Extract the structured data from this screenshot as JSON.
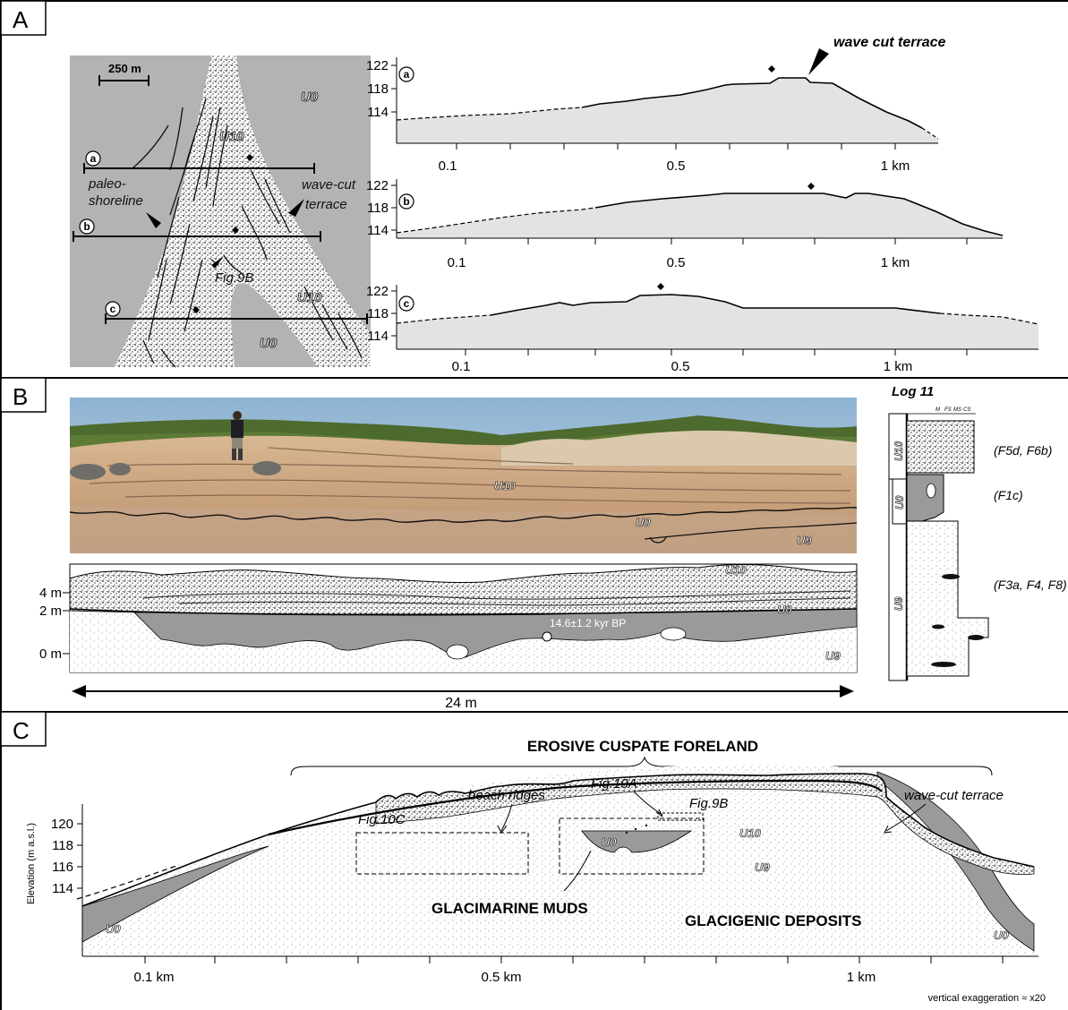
{
  "panel_a": {
    "label": "A",
    "map": {
      "scale_bar": "250 m",
      "unit_top": "U0",
      "unit_bottom": "U0",
      "unit_u10_top": "U10",
      "unit_u10_right": "U10",
      "paleo_shoreline": [
        "paleo-",
        "shoreline"
      ],
      "wave_cut_terrace": [
        "wave-cut",
        "terrace"
      ],
      "fig_ref": "Fig.9B",
      "transects": [
        "a",
        "b",
        "c"
      ]
    },
    "profile_a": {
      "marker": "a",
      "annotation": "wave cut terrace",
      "y_ticks": [
        "122",
        "118",
        "114"
      ],
      "x_ticks": [
        "0.1",
        "0.5",
        "1 km"
      ]
    },
    "profile_b": {
      "marker": "b",
      "y_ticks": [
        "122",
        "118",
        "114"
      ],
      "x_ticks": [
        "0.1",
        "0.5",
        "1 km"
      ]
    },
    "profile_c": {
      "marker": "c",
      "y_ticks": [
        "122",
        "118",
        "114"
      ],
      "x_ticks": [
        "0.1",
        "0.5",
        "1 km"
      ]
    }
  },
  "panel_b": {
    "label": "B",
    "photo_units": [
      "U10",
      "U0",
      "U9"
    ],
    "sketch_units": [
      "U10",
      "U0",
      "U9"
    ],
    "date_label": "14.6±1.2 kyr BP",
    "y_ticks": [
      "4 m",
      "2 m",
      "0 m"
    ],
    "width_label": "24 m",
    "log": {
      "title": "Log 11",
      "grain_sizes": [
        "M",
        "FS",
        "MS",
        "CS"
      ],
      "units": [
        "U10",
        "U0",
        "U9"
      ],
      "facies": [
        "(F5d, F6b)",
        "(F1c)",
        "(F3a, F4, F8)"
      ]
    }
  },
  "panel_c": {
    "label": "C",
    "title": "EROSIVE CUSPATE FORELAND",
    "beach_ridges": "beach ridges",
    "fig10a": "Fig.10A",
    "fig9b": "Fig.9B",
    "fig10c": "Fig.10C",
    "wave_cut_terrace": "wave-cut terrace",
    "y_axis_label": "Elevation (m a.s.l.)",
    "y_ticks": [
      "120",
      "118",
      "116",
      "114"
    ],
    "x_ticks": [
      "0.1 km",
      "0.5 km",
      "1 km"
    ],
    "units": {
      "u10": "U10",
      "u0_mid": "U0",
      "u9": "U9",
      "u0_left": "U0",
      "u0_right": "U0"
    },
    "glacimarine": "GLACIMARINE MUDS",
    "glacigenic": "GLACIGENIC DEPOSITS",
    "vertical_exaggeration": "vertical exaggeration ≈ x20"
  },
  "colors": {
    "map_bg": "#b3b3b5",
    "profile_fill": "#e3e3e5",
    "mud_gray": "#9a9a9c",
    "photo_sky": "#9cbcd6",
    "photo_sand": "#c9a27d",
    "photo_veg": "#4d6a2f"
  }
}
